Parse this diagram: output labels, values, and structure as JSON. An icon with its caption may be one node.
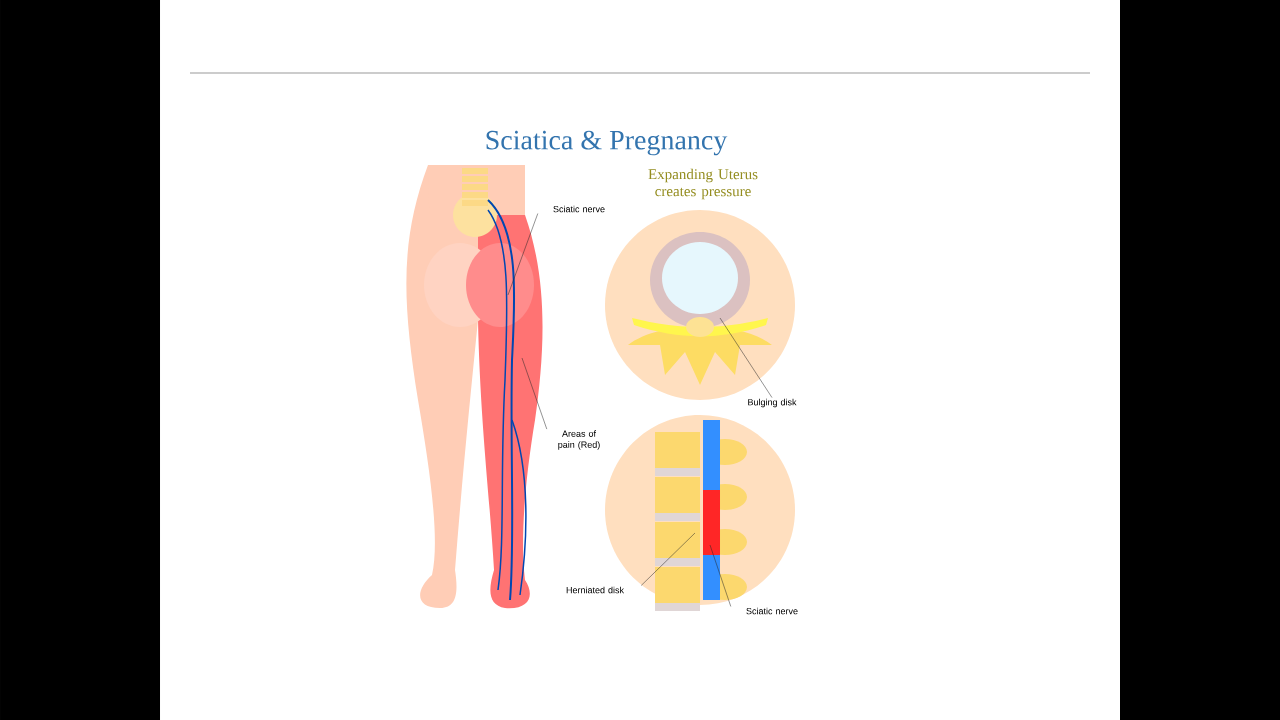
{
  "diagram": {
    "title": "Sciatica & Pregnancy",
    "nodes": [
      {
        "text": [
          "Sciatic nerve"
        ]
      },
      {
        "text": [
          "Bulging disk"
        ]
      },
      {
        "text": [
          "Areas of pain (Red)"
        ]
      },
      {
        "text": [
          "Herniated disk"
        ]
      },
      {
        "text": [
          "Sciatic nerve"
        ]
      }
    ],
    "edges": [
      {
        "from": 0,
        "to": null,
        "arrow": "none"
      },
      {
        "from": 1,
        "to": null,
        "arrow": "none"
      },
      {
        "from": 2,
        "to": null,
        "arrow": "none"
      },
      {
        "from": 3,
        "to": null,
        "arrow": "none"
      },
      {
        "from": 4,
        "to": null,
        "arrow": "none"
      }
    ],
    "labels": [
      "Expanding Uterus creates pressure"
    ]
  }
}
